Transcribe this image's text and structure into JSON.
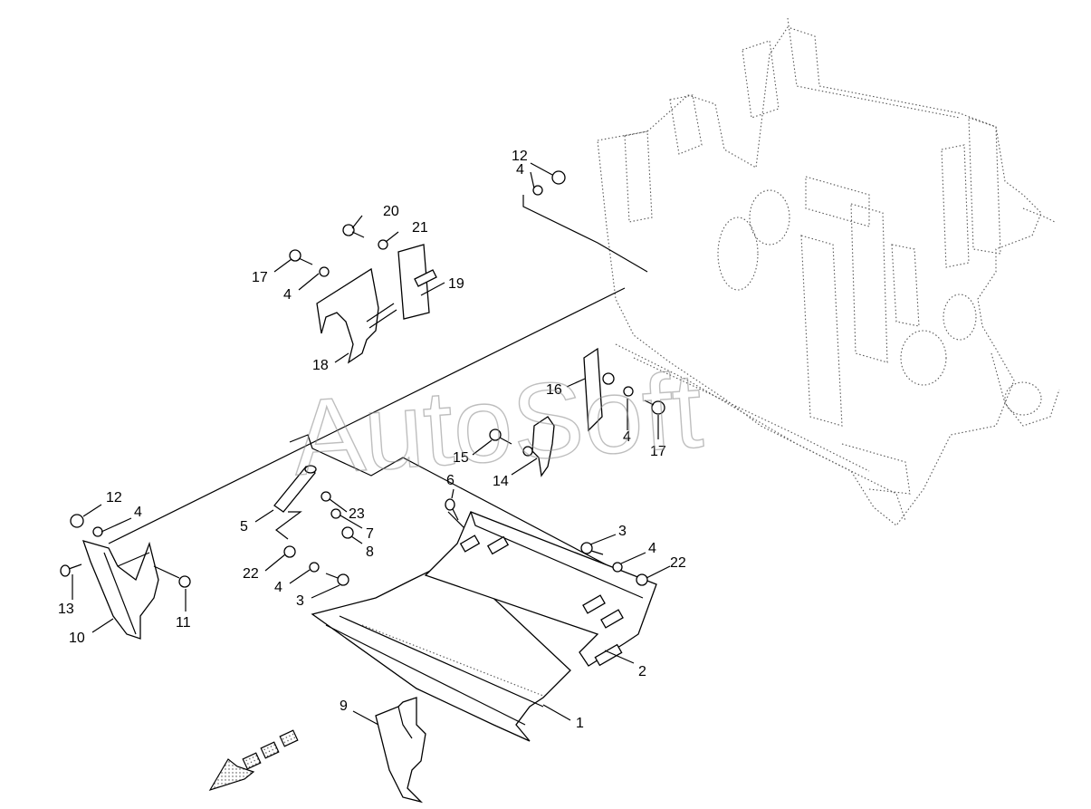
{
  "watermark": "AutoSoft",
  "callouts": {
    "c1": "1",
    "c2": "2",
    "c3a": "3",
    "c3b": "3",
    "c4a": "4",
    "c4b": "4",
    "c4c": "4",
    "c4d": "4",
    "c4e": "4",
    "c4f": "4",
    "c5": "5",
    "c6": "6",
    "c7": "7",
    "c8": "8",
    "c9": "9",
    "c10": "10",
    "c11": "11",
    "c12a": "12",
    "c12b": "12",
    "c13": "13",
    "c14": "14",
    "c15": "15",
    "c16": "16",
    "c17a": "17",
    "c17b": "17",
    "c18": "18",
    "c19": "19",
    "c20": "20",
    "c21": "21",
    "c22a": "22",
    "c22b": "22",
    "c23": "23"
  }
}
